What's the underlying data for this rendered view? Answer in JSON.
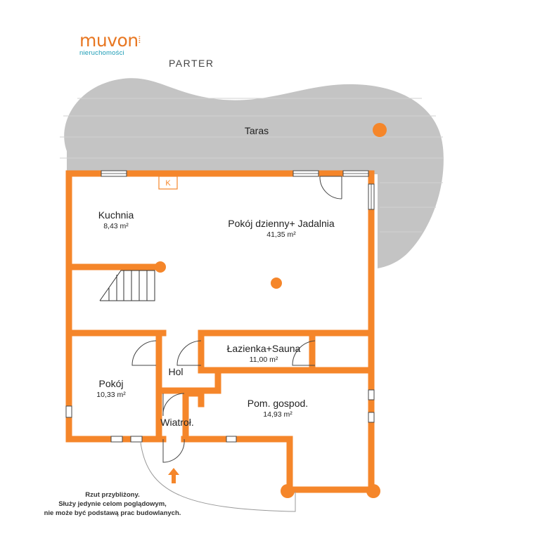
{
  "brand": {
    "name": "muvon",
    "mark": "ⵂ",
    "subtitle": "nieruchomości"
  },
  "floor_title": "PARTER",
  "rooms": [
    {
      "name": "Taras",
      "area": ""
    },
    {
      "name": "Kuchnia",
      "area": "8,43 m²"
    },
    {
      "name": "Pokój dzienny+ Jadalnia",
      "area": "41,35 m²"
    },
    {
      "name": "Łazienka+Sauna",
      "area": "11,00 m²"
    },
    {
      "name": "Hol",
      "area": ""
    },
    {
      "name": "Pokój",
      "area": "10,33 m²"
    },
    {
      "name": "Pom. gospod.",
      "area": "14,93 m²"
    },
    {
      "name": "Wiatroł.",
      "area": ""
    }
  ],
  "fireplace_marker": "K",
  "disclaimer": [
    "Rzut przybliżony.",
    "Służy jedynie celom poglądowym,",
    "nie może być podstawą prac budowlanych."
  ],
  "colors": {
    "wall": "#f5862a",
    "terrace": "#c4c4c4",
    "brand": "#e87722",
    "brand_sub": "#1a9bb5"
  }
}
